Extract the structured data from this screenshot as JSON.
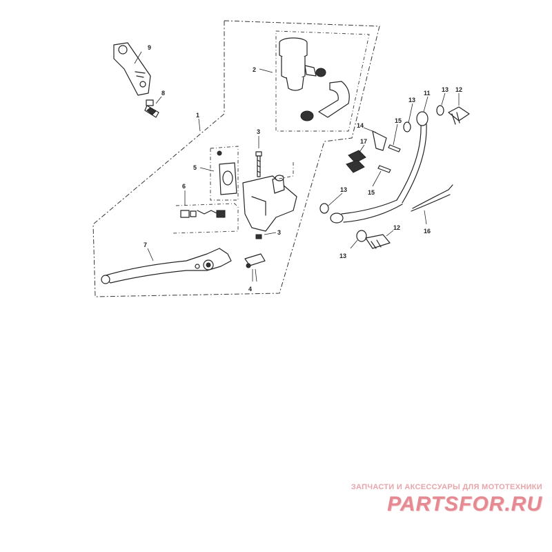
{
  "diagram": {
    "callouts": [
      "1",
      "2",
      "3",
      "3",
      "4",
      "5",
      "6",
      "7",
      "8",
      "9",
      "11",
      "12",
      "12",
      "13",
      "13",
      "13",
      "13",
      "14",
      "15",
      "15",
      "16",
      "17"
    ]
  },
  "watermark": {
    "tagline": "ЗАПЧАСТИ И АКСЕССУАРЫ ДЛЯ МОТОТЕХНИКИ",
    "logo": "PARTSFOR.RU"
  },
  "colors": {
    "line": "#222222",
    "background": "#ffffff",
    "watermark": "#e58a92"
  }
}
